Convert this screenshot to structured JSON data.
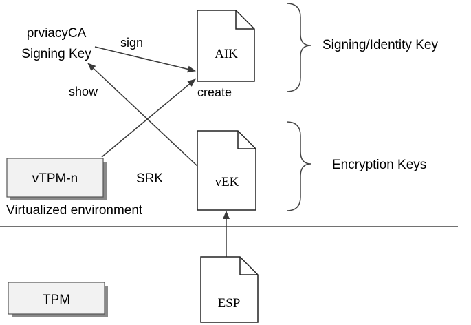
{
  "diagram": {
    "privacy_ca": {
      "line1": "prviacyCA",
      "line2": "Signing Key"
    },
    "edges": {
      "sign": "sign",
      "show": "show",
      "create": "create"
    },
    "documents": {
      "aik": "AIK",
      "vek": "vEK",
      "esp": "ESP"
    },
    "boxes": {
      "vtpm": "vTPM-n",
      "tpm": "TPM"
    },
    "labels": {
      "srk": "SRK",
      "virtualized_env": "Virtualized environment"
    },
    "groups": {
      "signing": "Signing/Identity Key",
      "encryption": "Encryption Keys"
    }
  }
}
